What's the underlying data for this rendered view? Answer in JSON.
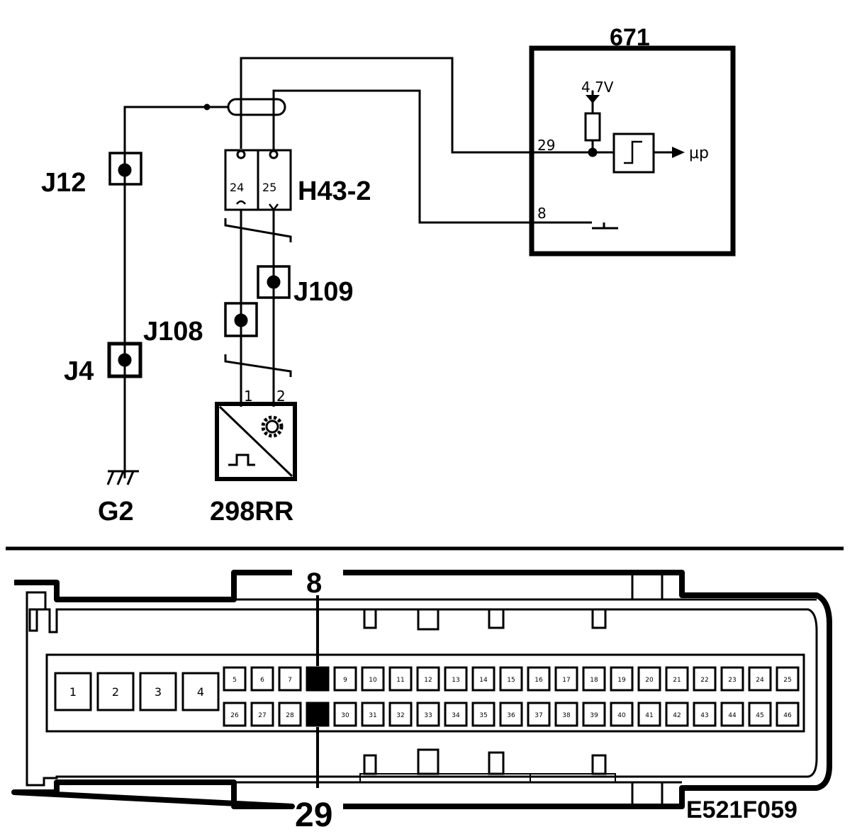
{
  "labels": {
    "ecu": "671",
    "voltage": "4.7V",
    "pin_29": "29",
    "pin_8": "8",
    "up": "μp",
    "connector_h43": "H43-2",
    "h43_pin_a": "24",
    "h43_pin_b": "25",
    "j12": "J12",
    "j109": "J109",
    "j108": "J108",
    "j4": "J4",
    "g2": "G2",
    "sensor": "298RR",
    "sensor_pin_1": "1",
    "sensor_pin_2": "2",
    "conn_top": "8",
    "conn_bottom": "29",
    "ref_code": "E521F059"
  },
  "connector": {
    "big_pins": [
      "1",
      "2",
      "3",
      "4"
    ],
    "row1_pins": [
      "5",
      "6",
      "7",
      "",
      "9",
      "10",
      "11",
      "12",
      "13",
      "14",
      "15",
      "16",
      "17",
      "18",
      "19",
      "20",
      "21",
      "22",
      "23",
      "24",
      "25"
    ],
    "row2_pins": [
      "26",
      "27",
      "28",
      "",
      "30",
      "31",
      "32",
      "33",
      "34",
      "35",
      "36",
      "37",
      "38",
      "39",
      "40",
      "41",
      "42",
      "43",
      "44",
      "45",
      "46"
    ],
    "highlight_color": "#000000"
  }
}
